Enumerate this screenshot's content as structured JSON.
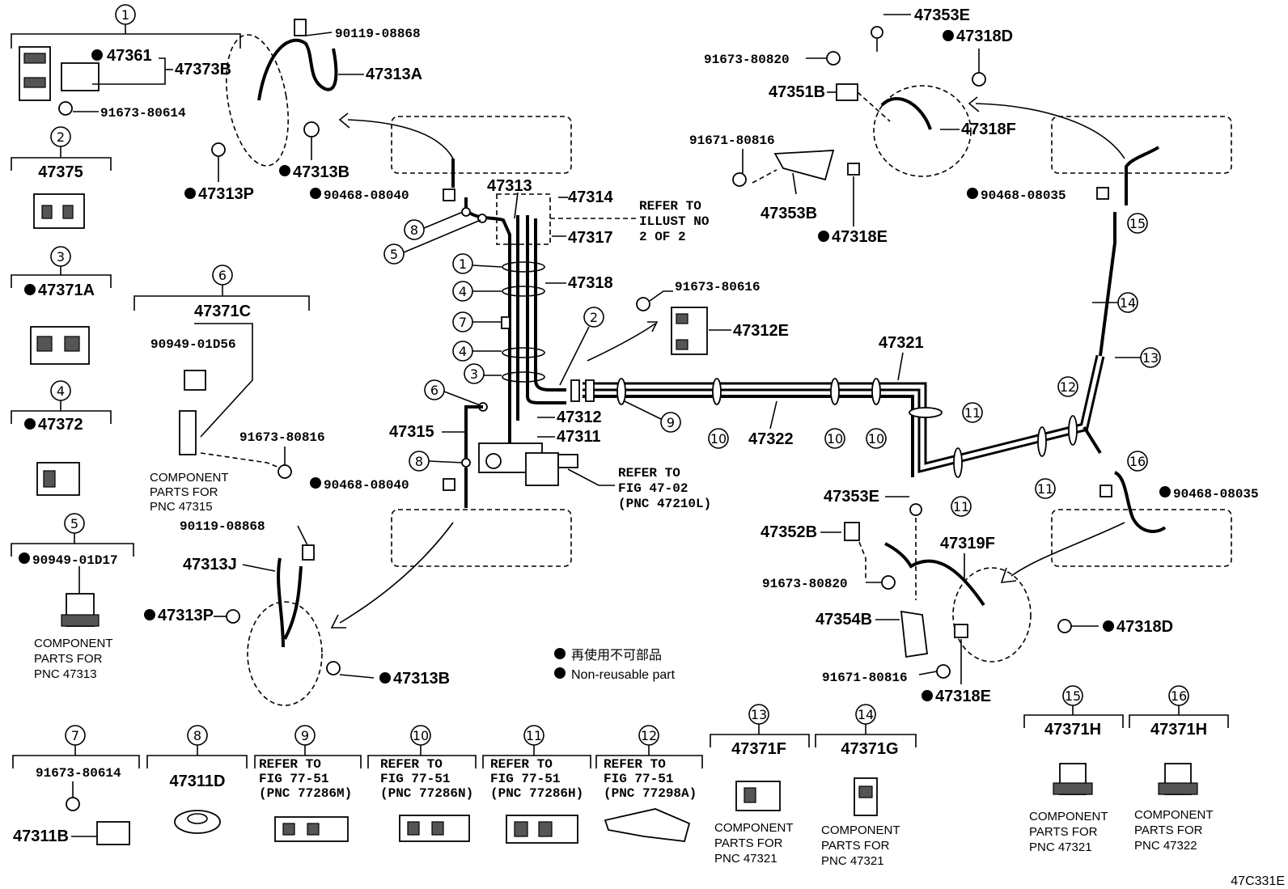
{
  "diagram_id": "47C331E",
  "legend": {
    "dot_jp": "再使用不可部品",
    "dot_en": "Non-reusable part"
  },
  "callouts": {
    "c1": "1",
    "c2": "2",
    "c3": "3",
    "c4": "4",
    "c5": "5",
    "c6": "6",
    "c7": "7",
    "c8": "8",
    "c9": "9",
    "c10": "10",
    "c11": "11",
    "c12": "12",
    "c13": "13",
    "c14": "14",
    "c15": "15",
    "c16": "16"
  },
  "left_column": {
    "p47361": "47361",
    "p47373B": "47373B",
    "p91673_80614": "91673-80614",
    "p47375": "47375",
    "p47371A": "47371A",
    "p47372": "47372",
    "p90949_01D17": "90949-01D17",
    "component_5": [
      "COMPONENT",
      "PARTS FOR",
      "PNC 47313"
    ]
  },
  "group6": {
    "p47371C": "47371C",
    "p90949_01D56": "90949-01D56",
    "p91673_80816": "91673-80816",
    "component": [
      "COMPONENT",
      "PARTS FOR",
      "PNC 47315"
    ]
  },
  "front_left": {
    "p90119_08868": "90119-08868",
    "p47313A": "47313A",
    "p47313B": "47313B",
    "p47313P": "47313P",
    "p90468_08040": "90468-08040"
  },
  "rear_left": {
    "p90119_08868": "90119-08868",
    "p47313J": "47313J",
    "p47313P": "47313P",
    "p47313B": "47313B",
    "p90468_08040": "90468-08040"
  },
  "center": {
    "p47313": "47313",
    "p47314": "47314",
    "p47317": "47317",
    "p47318": "47318",
    "refer_illust": [
      "REFER TO",
      "ILLUST NO",
      "2 OF 2"
    ],
    "p47315": "47315",
    "p47312": "47312",
    "p47311": "47311",
    "refer_fig": [
      "REFER TO",
      "FIG 47-02",
      "(PNC 47210L)"
    ],
    "p91673_80616": "91673-80616",
    "p47312E": "47312E",
    "p47321": "47321",
    "p47322": "47322"
  },
  "front_right": {
    "p47353E": "47353E",
    "p47318D": "47318D",
    "p91673_80820": "91673-80820",
    "p47351B": "47351B",
    "p47318F": "47318F",
    "p91671_80816": "91671-80816",
    "p47353B": "47353B",
    "p47318E": "47318E",
    "p90468_08035": "90468-08035"
  },
  "rear_right": {
    "p47353E": "47353E",
    "p47352B": "47352B",
    "p47319F": "47319F",
    "p91673_80820": "91673-80820",
    "p47354B": "47354B",
    "p91671_80816": "91671-80816",
    "p47318E": "47318E",
    "p47318D": "47318D",
    "p90468_08035": "90468-08035"
  },
  "bottom": {
    "g7_part": "91673-80614",
    "g7_part2": "47311B",
    "g8_part": "47311D",
    "g9": [
      "REFER TO",
      "FIG 77-51",
      "(PNC 77286M)"
    ],
    "g10": [
      "REFER TO",
      "FIG 77-51",
      "(PNC 77286N)"
    ],
    "g11": [
      "REFER TO",
      "FIG 77-51",
      "(PNC 77286H)"
    ],
    "g12": [
      "REFER TO",
      "FIG 77-51",
      "(PNC 77298A)"
    ],
    "g13_part": "47371F",
    "g13_comp": [
      "COMPONENT",
      "PARTS FOR",
      "PNC 47321"
    ],
    "g14_part": "47371G",
    "g14_comp": [
      "COMPONENT",
      "PARTS FOR",
      "PNC 47321"
    ],
    "g15_part": "47371H",
    "g15_comp": [
      "COMPONENT",
      "PARTS FOR",
      "PNC 47321"
    ],
    "g16_part": "47371H",
    "g16_comp": [
      "COMPONENT",
      "PARTS FOR",
      "PNC 47322"
    ]
  }
}
